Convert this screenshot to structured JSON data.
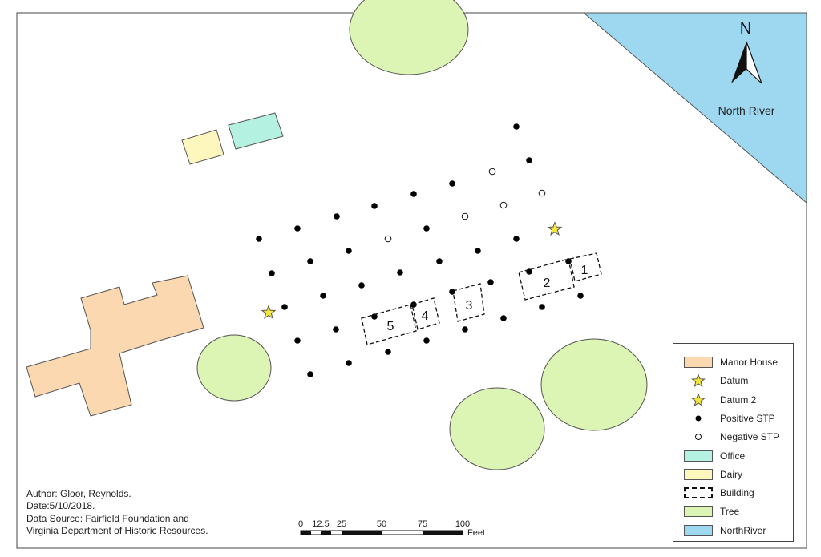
{
  "north_arrow": {
    "label": "N"
  },
  "river_label": "North River",
  "building_labels": [
    "1",
    "2",
    "3",
    "4",
    "5"
  ],
  "credits": {
    "author": "Author: Gloor, Reynolds.",
    "date": "Date:5/10/2018.",
    "source_line1": "Data Source: Fairfield Foundation and",
    "source_line2": "Virginia Department of Historic Resources."
  },
  "scale_bar": {
    "ticks": [
      "0",
      "12.5",
      "25",
      "50",
      "75",
      "100"
    ],
    "unit": "Feet"
  },
  "legend": {
    "items": [
      {
        "label": "Manor House",
        "symbol": "box",
        "fill": "#fbd8b0"
      },
      {
        "label": "Datum",
        "symbol": "star",
        "fill": "#f5e63b"
      },
      {
        "label": "Datum 2",
        "symbol": "star",
        "fill": "#f5e63b"
      },
      {
        "label": "Positive STP",
        "symbol": "dot",
        "fill": "#000000"
      },
      {
        "label": "Negative STP",
        "symbol": "ring",
        "fill": "#ffffff"
      },
      {
        "label": "Office",
        "symbol": "box",
        "fill": "#b4f1e0"
      },
      {
        "label": "Dairy",
        "symbol": "box",
        "fill": "#fdf7bd"
      },
      {
        "label": "Building",
        "symbol": "dashed",
        "fill": "#ffffff"
      },
      {
        "label": "Tree",
        "symbol": "box",
        "fill": "#dcf5b4"
      },
      {
        "label": "NorthRiver",
        "symbol": "box",
        "fill": "#9ed8f0"
      }
    ]
  },
  "colors": {
    "manor": "#fbd8b0",
    "office": "#b4f1e0",
    "dairy": "#fdf7bd",
    "tree": "#dcf5b4",
    "river": "#9ed8f0",
    "datum": "#f5e63b"
  }
}
